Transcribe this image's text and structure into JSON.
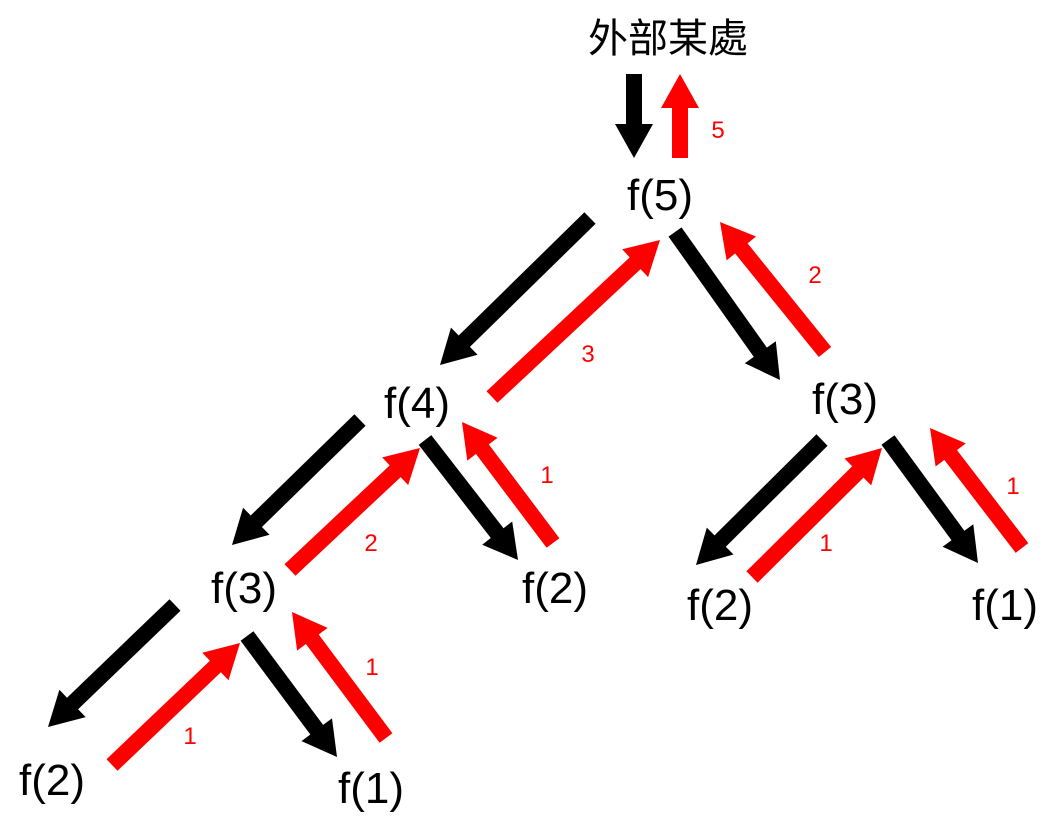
{
  "top_label": "外部某處",
  "colors": {
    "call_arrow": "#000000",
    "return_arrow": "#ff0000"
  },
  "nodes": [
    {
      "id": "n5",
      "label": "f(5)"
    },
    {
      "id": "n4",
      "label": "f(4)"
    },
    {
      "id": "n3a",
      "label": "f(3)"
    },
    {
      "id": "n3b",
      "label": "f(3)"
    },
    {
      "id": "n2a",
      "label": "f(2)"
    },
    {
      "id": "n1a",
      "label": "f(1)"
    },
    {
      "id": "n2b",
      "label": "f(2)"
    },
    {
      "id": "n2c",
      "label": "f(2)"
    },
    {
      "id": "n1b",
      "label": "f(1)"
    }
  ],
  "return_values": {
    "top": "5",
    "n5_n4": "3",
    "n5_n3b": "2",
    "n4_n3a": "2",
    "n4_n2b": "1",
    "n3a_n2a": "1",
    "n3a_n1a": "1",
    "n3b_n2c": "1",
    "n3b_n1b": "1"
  }
}
